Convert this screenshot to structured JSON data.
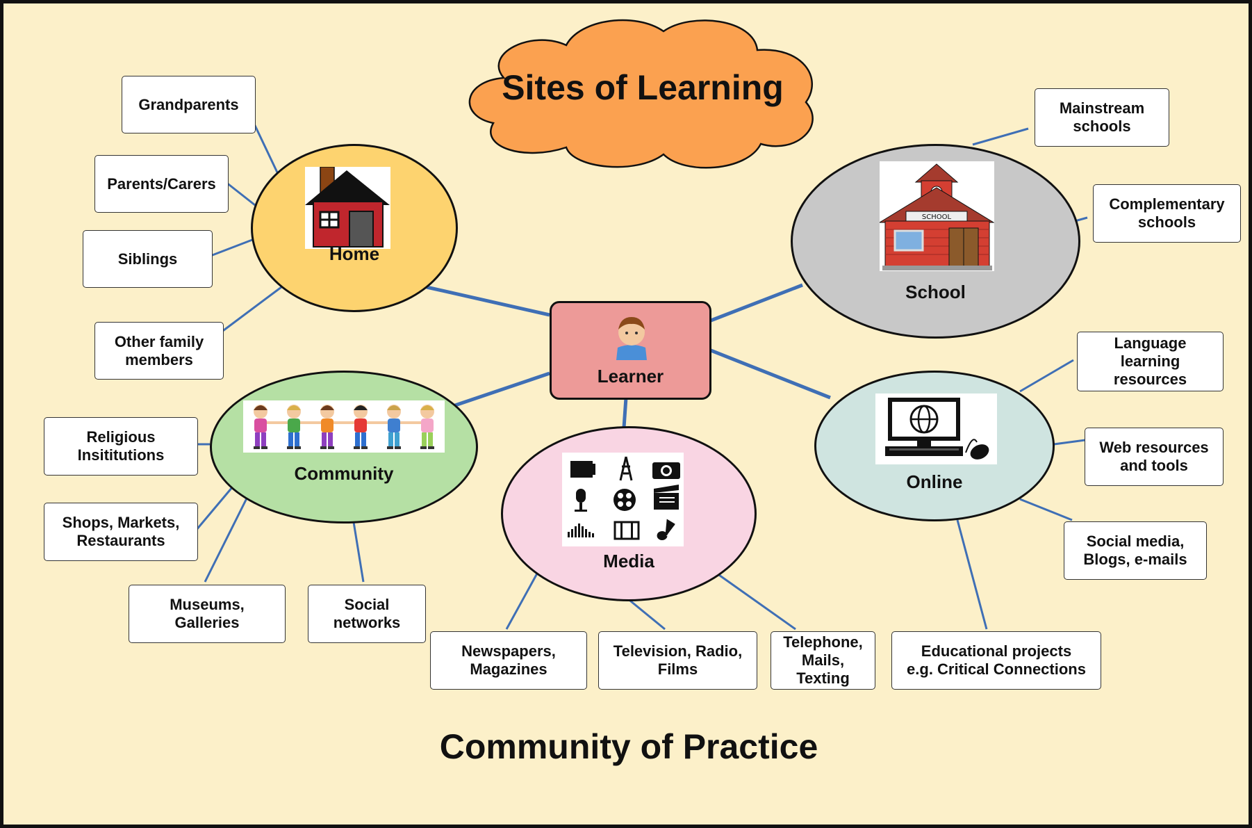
{
  "header": {
    "title": "Sites of Learning"
  },
  "footer": {
    "caption": "Community of Practice"
  },
  "center": {
    "label": "Learner",
    "icon": "learner-icon"
  },
  "nodes": {
    "home": {
      "label": "Home",
      "color": "#fdd36f",
      "icon": "house-icon",
      "items": [
        "Grandparents",
        "Parents/Carers",
        "Siblings",
        "Other family\nmembers"
      ]
    },
    "school": {
      "label": "School",
      "color": "#c8c8c8",
      "icon": "schoolhouse-icon",
      "items": [
        "Mainstream\nschools",
        "Complementary\nschools"
      ]
    },
    "community": {
      "label": "Community",
      "color": "#b5e0a4",
      "icon": "children-holding-hands-icon",
      "items": [
        "Religious\nInsititutions",
        "Shops, Markets,\nRestaurants",
        "Museums,\nGalleries",
        "Social\nnetworks"
      ]
    },
    "media": {
      "label": "Media",
      "color": "#f9d5e3",
      "icon": "media-icons-grid",
      "items": [
        "Newspapers,\nMagazines",
        "Television, Radio,\nFilms",
        "Telephone,\nMails,\nTexting"
      ]
    },
    "online": {
      "label": "Online",
      "color": "#cfe4e0",
      "icon": "computer-globe-icon",
      "items": [
        "Language\nlearning\nresources",
        "Web resources\nand tools",
        "Social media,\nBlogs, e-mails",
        "Educational projects\ne.g. Critical Connections"
      ]
    }
  },
  "colors": {
    "background": "#fcf0c9",
    "connector": "#3f6fb5",
    "cloud": "#fba150",
    "learner_box": "#ed9a98"
  }
}
